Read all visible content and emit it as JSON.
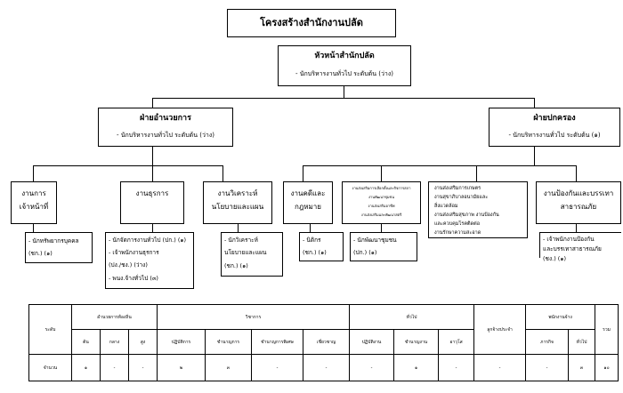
{
  "title": "โครงสร้างสำนักงานปลัด",
  "head": {
    "title": "หัวหน้าสำนักปลัด",
    "role": "- นักบริหารงานทั่วไป ระดับต้น (ว่าง)"
  },
  "division_left": {
    "title": "ฝ่ายอำนวยการ",
    "role": "- นักบริหารงานทั่วไป ระดับต้น (ว่าง)"
  },
  "division_right": {
    "title": "ฝ่ายปกครอง",
    "role": "- นักบริหารงานทั่วไป ระดับต้น (๑)"
  },
  "units": [
    {
      "name": [
        "งานการ",
        "เจ้าหน้าที่"
      ],
      "staff": [
        "- นักทรัพยากรบุคคล",
        "(ชก.) (๑)"
      ]
    },
    {
      "name": [
        "งานธุรการ"
      ],
      "staff": [
        "- นักจัดการงานทั่วไป (ปก.) (๑)",
        "- เจ้าพนักงานธุรการ",
        "(ปง./ชง.) (ว่าง)",
        "- พนง.จ้างทั่วไป (๓)"
      ]
    },
    {
      "name": [
        "งานวิเคราะห์",
        "นโยบายและแผน"
      ],
      "staff": [
        "- นักวิเคราะห์",
        "นโยบายและแผน",
        "(ชก.) (๑)"
      ]
    },
    {
      "name": [
        "งานคดีและ",
        "กฎหมาย"
      ],
      "staff": [
        "- นิติกร",
        "(ชก.) (๑)"
      ]
    },
    {
      "name": [
        "งานส่งเสริมการเลือกตั้งและกิจการสภา",
        "งานพัฒนาชุมชน",
        "งานส่งเสริมอาชีพ",
        "งานส่งเสริมและพัฒนาสตรี"
      ],
      "staff": [
        "- นักพัฒนาชุมชน",
        "(ปก.) (๑)"
      ]
    },
    {
      "name": [
        "งานส่งเสริมการเกษตร",
        "งานสุขาภิบาลอนามัยและ",
        "สิ่งแวดล้อม",
        "งานส่งเสริมสุขภาพ งานป้องกัน",
        "และควบคุมโรคติดต่อ",
        "งานรักษาความสะอาด"
      ],
      "staff": []
    },
    {
      "name": [
        "งานป้องกันและบรรเทา",
        "สาธารณภัย"
      ],
      "staff": [
        "- เจ้าพนักงานป้องกัน",
        "และบรรเทาสาธารณภัย",
        "(ชง.) (๑)"
      ]
    }
  ],
  "table": {
    "row_header": "ระดับ",
    "groups": {
      "admin": "อำนวยการท้องถิ่น",
      "academic": "วิชาการ",
      "general": "ทั่วไป",
      "permanent": "ลูกจ้างประจำ",
      "employee": "พนักงานจ้าง",
      "total": "รวม"
    },
    "levels": {
      "admin": [
        "ต้น",
        "กลาง",
        "สูง"
      ],
      "academic": [
        "ปฏิบัติการ",
        "ชำนาญการ",
        "ชำนาญการพิเศษ",
        "เชี่ยวชาญ"
      ],
      "general": [
        "ปฏิบัติงาน",
        "ชำนาญงาน",
        "อาวุโส"
      ],
      "employee": [
        "ภารกิจ",
        "ทั่วไป"
      ]
    },
    "count_label": "จำนวน",
    "counts": [
      "๑",
      "-",
      "-",
      "๒",
      "๓",
      "-",
      "-",
      "-",
      "๑",
      "-",
      "-",
      "-",
      "๓",
      "๑๐"
    ]
  }
}
